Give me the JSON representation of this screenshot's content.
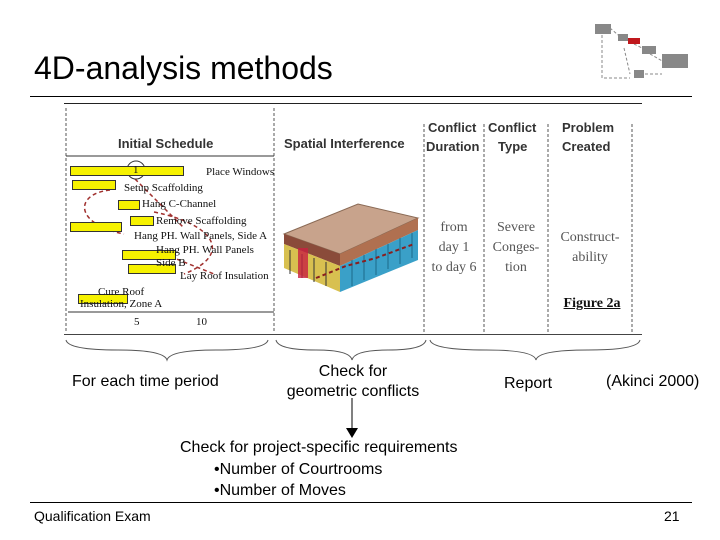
{
  "slide": {
    "title": "4D-analysis methods",
    "footer_left": "Qualification Exam",
    "page_number": "21"
  },
  "figure": {
    "headers": {
      "initial_schedule": "Initial Schedule",
      "spatial_interference": "Spatial Interference",
      "conflict_duration": [
        "Conflict",
        "Duration"
      ],
      "conflict_type": [
        "Conflict",
        "Type"
      ],
      "problem_created": [
        "Problem",
        "Created"
      ]
    },
    "tasks": [
      "Place Windows",
      "Setup Scaffolding",
      "Hang C-Channel",
      "Remove Scaffolding",
      "Hang PH. Wall Panels, Side A",
      "Hang PH. Wall Panels",
      "Side B",
      "Lay Roof Insulation",
      "Cure Roof",
      "Insulation, Zone A"
    ],
    "marker": "1",
    "axis_ticks": [
      "5",
      "10"
    ],
    "duration": [
      "from",
      "day 1",
      "to day 6"
    ],
    "conflict_type": [
      "Severe",
      "Conges-",
      "tion"
    ],
    "problem": [
      "Construct-",
      "ability"
    ],
    "caption": "Figure 2a"
  },
  "labels": {
    "time_period": "For each time period",
    "geometric": [
      "Check for",
      "geometric conflicts"
    ],
    "report": "Report",
    "citation": "(Akinci 2000)"
  },
  "requirements": {
    "heading": "Check for project-specific requirements",
    "items": [
      "•Number of Courtrooms",
      "•Number of Moves"
    ]
  }
}
